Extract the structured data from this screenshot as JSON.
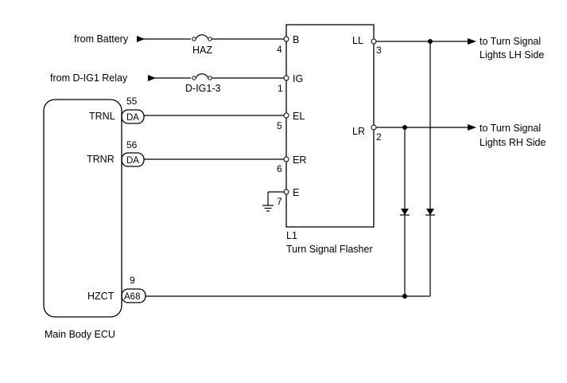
{
  "sources": {
    "battery": "from Battery",
    "ig_relay": "from D-IG1 Relay"
  },
  "fuses": {
    "haz": "HAZ",
    "dig": "D-IG1-3"
  },
  "flasher": {
    "code": "L1",
    "name": "Turn Signal Flasher",
    "pins": [
      {
        "label": "B",
        "num": "4"
      },
      {
        "label": "IG",
        "num": "1"
      },
      {
        "label": "EL",
        "num": "5"
      },
      {
        "label": "ER",
        "num": "6"
      },
      {
        "label": "E",
        "num": "7"
      },
      {
        "label": "LL",
        "num": "3"
      },
      {
        "label": "LR",
        "num": "2"
      }
    ]
  },
  "ecu": {
    "name": "Main Body ECU",
    "pins": [
      {
        "label": "TRNL",
        "num": "55",
        "connector": "DA"
      },
      {
        "label": "TRNR",
        "num": "56",
        "connector": "DA"
      },
      {
        "label": "HZCT",
        "num": "9",
        "connector": "A68"
      }
    ]
  },
  "outputs": {
    "lh": [
      "to Turn Signal",
      "Lights LH Side"
    ],
    "rh": [
      "to Turn Signal",
      "Lights RH Side"
    ]
  }
}
